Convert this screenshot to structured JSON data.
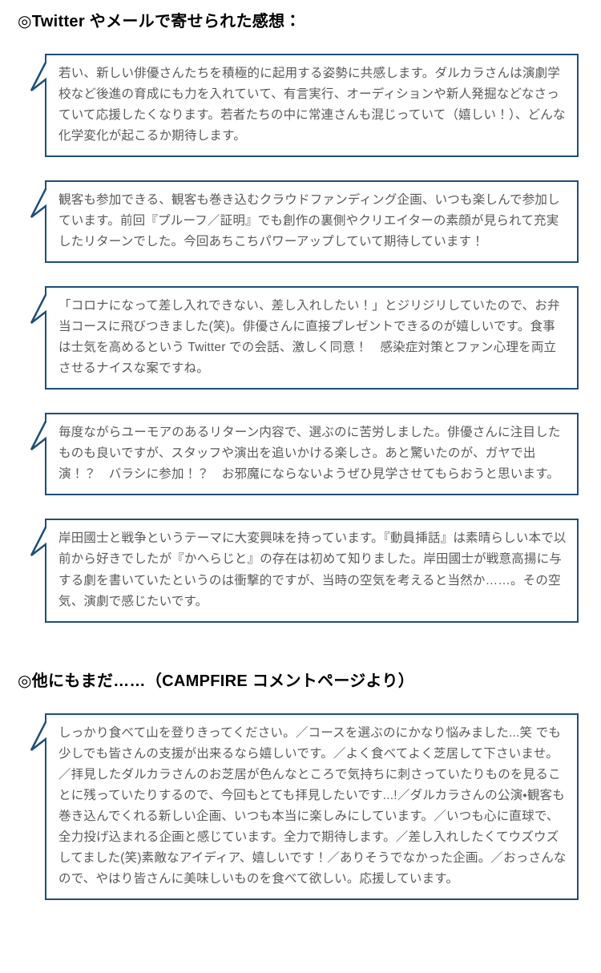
{
  "page": {
    "accent_color": "#1f4e79",
    "text_color": "#595959",
    "background": "#ffffff"
  },
  "sections": [
    {
      "heading": "◎Twitter やメールで寄せられた感想：",
      "comments": [
        "若い、新しい俳優さんたちを積極的に起用する姿勢に共感します。ダルカラさんは演劇学校など後進の育成にも力を入れていて、有言実行、オーディションや新人発掘などなさっていて応援したくなります。若者たちの中に常連さんも混じっていて（嬉しい！）、どんな化学変化が起こるか期待します。",
        "観客も参加できる、観客も巻き込むクラウドファンディング企画、いつも楽しんで参加しています。前回『プルーフ／証明』でも創作の裏側やクリエイターの素顔が見られて充実したリターンでした。今回あちこちパワーアップしていて期待しています！",
        "「コロナになって差し入れできない、差し入れしたい！」とジリジリしていたので、お弁当コースに飛びつきました(笑)。俳優さんに直接プレゼントできるのが嬉しいです。食事は士気を高めるという Twitter での会話、激しく同意！　感染症対策とファン心理を両立させるナイスな案ですね。",
        "毎度ながらユーモアのあるリターン内容で、選ぶのに苦労しました。俳優さんに注目したものも良いですが、スタッフや演出を追いかける楽しさ。あと驚いたのが、ガヤで出演！？　バラシに参加！？　お邪魔にならないようぜひ見学させてもらおうと思います。",
        "岸田國士と戦争というテーマに大変興味を持っています。『動員挿話』は素晴らしい本で以前から好きでしたが『かへらじと』の存在は初めて知りました。岸田國士が戦意高揚に与する劇を書いていたというのは衝撃的ですが、当時の空気を考えると当然か……。その空気、演劇で感じたいです。"
      ]
    },
    {
      "heading": "◎他にもまだ……（CAMPFIRE コメントページより）",
      "comments": [
        "しっかり食べて山を登りきってください。／コースを選ぶのにかなり悩みました...笑 でも少しでも皆さんの支援が出来るなら嬉しいです。／よく食べてよく芝居して下さいませ。／拝見したダルカラさんのお芝居が色んなところで気持ちに刺さっていたりものを見ることに残っていたりするので、今回もとても拝見したいです...!／ダルカラさんの公演・観客も巻き込んでくれる新しい企画、いつも本当に楽しみにしています。／いつも心に直球で、全力投げ込まれる企画と感じています。全力で期待します。／差し入れしたくてウズウズしてました(笑)素敵なアイディア、嬉しいです！／ありそうでなかった企画。／おっさんなので、やはり皆さんに美味しいものを食べて欲しい。応援しています。"
      ]
    }
  ]
}
